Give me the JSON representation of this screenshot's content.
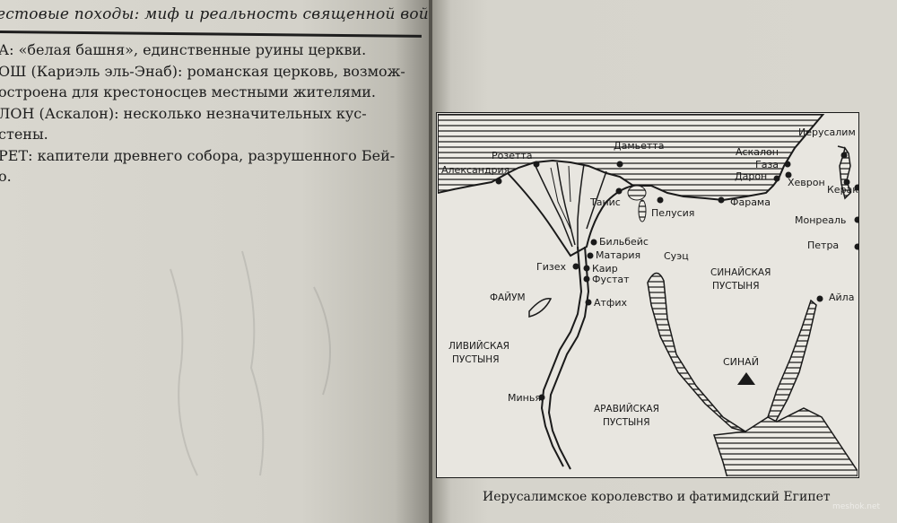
{
  "left_page": {
    "running_head": "естовые походы: миф и реальность священной войны",
    "lines": [
      "А: «белая башня», единственные руины церкви.",
      "ОШ (Кариэль эль-Энаб): романская церковь, возмож-",
      "остроена для крестоносцев местными жителями.",
      "ЛОН (Аскалон): несколько незначительных кус-",
      "стены.",
      "РЕТ: капители древнего собора, разрушенного Бей-",
      "о."
    ]
  },
  "map": {
    "cities": [
      {
        "id": "rozetta",
        "label": "Розетта"
      },
      {
        "id": "damietta",
        "label": "Дамьетта"
      },
      {
        "id": "alexandria",
        "label": "Александрия"
      },
      {
        "id": "askalon",
        "label": "Аскалон"
      },
      {
        "id": "gaza",
        "label": "Газа"
      },
      {
        "id": "daron",
        "label": "Дарон"
      },
      {
        "id": "jerusalem",
        "label": "Иерусалим"
      },
      {
        "id": "hebron",
        "label": "Хеврон"
      },
      {
        "id": "kerak",
        "label": "Керак"
      },
      {
        "id": "tanis",
        "label": "Танис"
      },
      {
        "id": "pelusia",
        "label": "Пелусия"
      },
      {
        "id": "farama",
        "label": "Фарама"
      },
      {
        "id": "montreal",
        "label": "Монреаль"
      },
      {
        "id": "petra",
        "label": "Петра"
      },
      {
        "id": "bilbeis",
        "label": "Бильбейс"
      },
      {
        "id": "matariya",
        "label": "Матария"
      },
      {
        "id": "gizeh",
        "label": "Гизех"
      },
      {
        "id": "cairo",
        "label": "Каир"
      },
      {
        "id": "fustat",
        "label": "Фустат"
      },
      {
        "id": "suez",
        "label": "Суэц"
      },
      {
        "id": "atfih",
        "label": "Атфих"
      },
      {
        "id": "aila",
        "label": "Айла"
      },
      {
        "id": "minya",
        "label": "Минья"
      },
      {
        "id": "sinai",
        "label": "СИНАЙ"
      }
    ],
    "regions": {
      "fayum": "ФАЙУМ",
      "sinai_desert_1": "СИНАЙСКАЯ",
      "sinai_desert_2": "ПУСТЫНЯ",
      "libyan_desert_1": "ЛИВИЙСКАЯ",
      "libyan_desert_2": "ПУСТЫНЯ",
      "arabian_desert_1": "АРАВИЙСКАЯ",
      "arabian_desert_2": "ПУСТЫНЯ"
    }
  },
  "caption": "Иерусалимское королевство и фатимидский Египет",
  "watermark": "meshok.net"
}
